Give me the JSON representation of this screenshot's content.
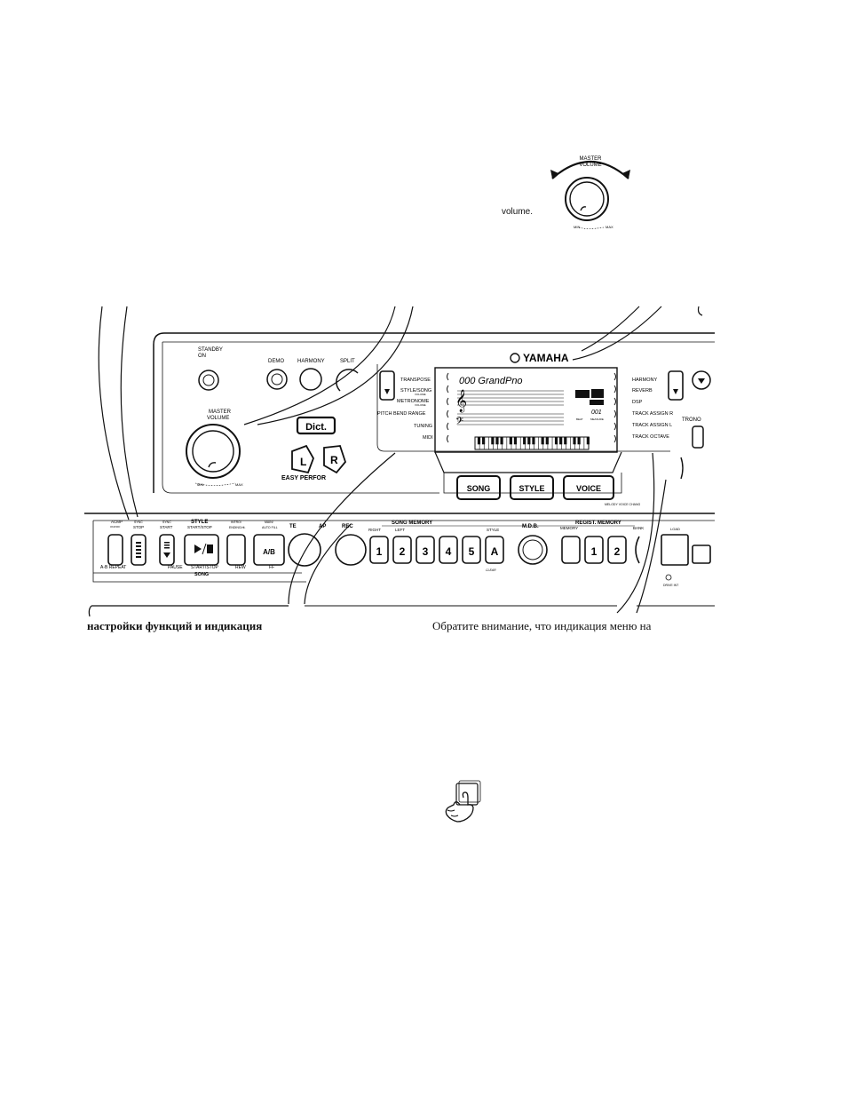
{
  "top_figure": {
    "caption_word": "volume.",
    "knob_label_line1": "MASTER",
    "knob_label_line2": "VOLUME",
    "min_label": "MIN",
    "max_label": "MAX"
  },
  "panel": {
    "brand": "YAMAHA",
    "standby_label_1": "STANDBY",
    "standby_label_2": "ON",
    "demo": "DEMO",
    "harmony_btn": "HARMONY",
    "split": "SPLIT",
    "master_volume_1": "MASTER",
    "master_volume_2": "VOLUME",
    "min": "MIN",
    "max": "MAX",
    "dict": "Dict.",
    "easy_l": "L",
    "easy_r": "R",
    "easy_perf": "EASY PERFOR",
    "left_menu": [
      "TRANSPOSE",
      "STYLE/SONG",
      "METRONOME",
      "PITCH BEND RANGE",
      "TUNING",
      "MIDI"
    ],
    "left_menu_sub": [
      "VOLUME",
      "VOLUME"
    ],
    "right_menu": [
      "HARMONY",
      "REVERB",
      "DSP",
      "TRACK ASSIGN R",
      "TRACK ASSIGN L",
      "TRACK OCTAVE"
    ],
    "lcd_text": "000 GrandPno",
    "lcd_number": "001",
    "lcd_beat": "BEAT",
    "lcd_measure": "MEASURE",
    "song": "SONG",
    "style": "STYLE",
    "voice": "VOICE",
    "voice_change": "MELODY VOICE CHANG",
    "trono": "TRONO"
  },
  "bottom_panel": {
    "acmp_1": "ACMP",
    "acmp_2": "ON/OFF",
    "sync_stop_1": "SYNC",
    "sync_stop_2": "STOP",
    "sync_start_1": "SYNC",
    "sync_start_2": "START",
    "style_hdr": "STYLE",
    "start_stop": "START/STOP",
    "intro_1": "INTRO/",
    "intro_2": "ENDING/rit.",
    "main_1": "MAIN/",
    "main_2": "AUTO FILL",
    "ab": "A/B",
    "tempo": "TE",
    "tap": "AP",
    "rec": "REC",
    "song_memory": "SONG MEMORY",
    "right": "RIGHT",
    "left": "LEFT",
    "style_lbl": "STYLE",
    "mem_keys": [
      "1",
      "2",
      "3",
      "4",
      "5",
      "A"
    ],
    "clear": "CLEAR",
    "mds": "M.D.B.",
    "regist": "REGIST. MEMORY",
    "memory": "MEMORY",
    "bank": "BANK",
    "regist_keys": [
      "1",
      "2"
    ],
    "load": "LOAD",
    "a_b_repeat": "A-B REPEAT",
    "pause": "PAUSE",
    "start_stop_song": "START/STOP",
    "rew": "REW",
    "ff": "FF",
    "song_lbl": "SONG",
    "drive": "DRIVE INT"
  },
  "captions": {
    "left": "настройки функций и индикация",
    "right": "Обратите внимание, что индикация меню на"
  }
}
